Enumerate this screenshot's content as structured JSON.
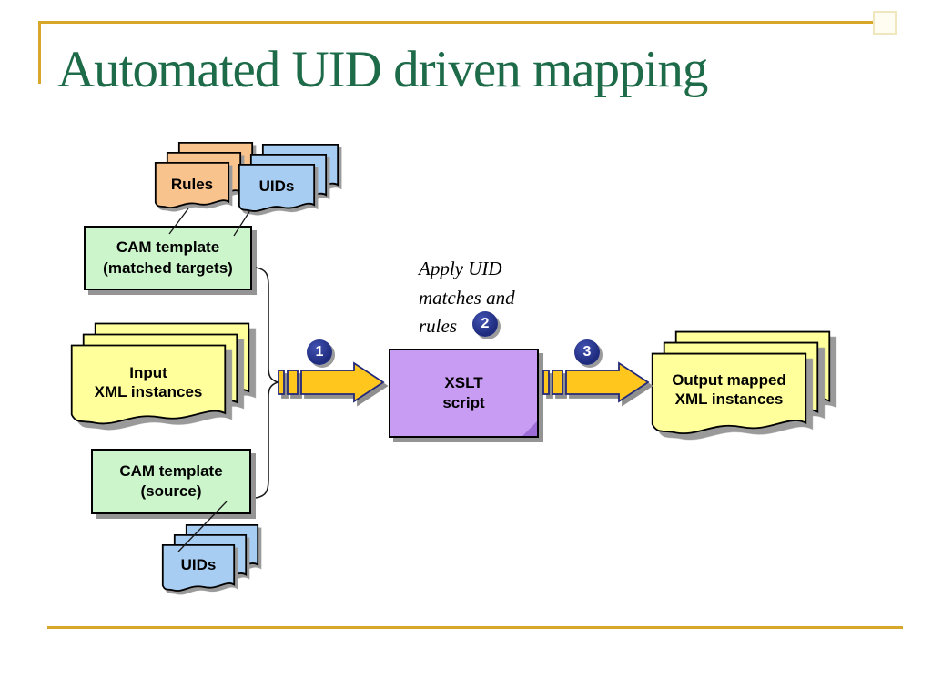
{
  "slide": {
    "title": "Automated UID driven mapping"
  },
  "stacks": {
    "rules": {
      "label": "Rules"
    },
    "uids_top": {
      "label": "UIDs"
    },
    "input": {
      "line1": "Input",
      "line2": "XML instances"
    },
    "output": {
      "line1": "Output mapped",
      "line2": "XML instances"
    },
    "uids_bottom": {
      "label": "UIDs"
    }
  },
  "boxes": {
    "cam_matched": {
      "line1": "CAM template",
      "line2": "(matched targets)"
    },
    "cam_source": {
      "line1": "CAM template",
      "line2": "(source)"
    },
    "xslt": {
      "line1": "XSLT",
      "line2": "script"
    }
  },
  "annotation": {
    "line1": "Apply UID",
    "line2": "matches and",
    "line3": "rules"
  },
  "badges": {
    "step1": "1",
    "step2": "2",
    "step3": "3"
  },
  "colors": {
    "title_text": "#1D6B48",
    "accent_line": "#D8A629",
    "rules_fill": "#F9C38D",
    "uids_fill": "#A8CDF2",
    "cam_template_fill": "#CCF5CC",
    "xml_instances_fill": "#FFFF9C",
    "xslt_fill": "#C89CF2",
    "arrow_fill": "#FFC61E",
    "badge_fill": "#1F2C7E"
  }
}
